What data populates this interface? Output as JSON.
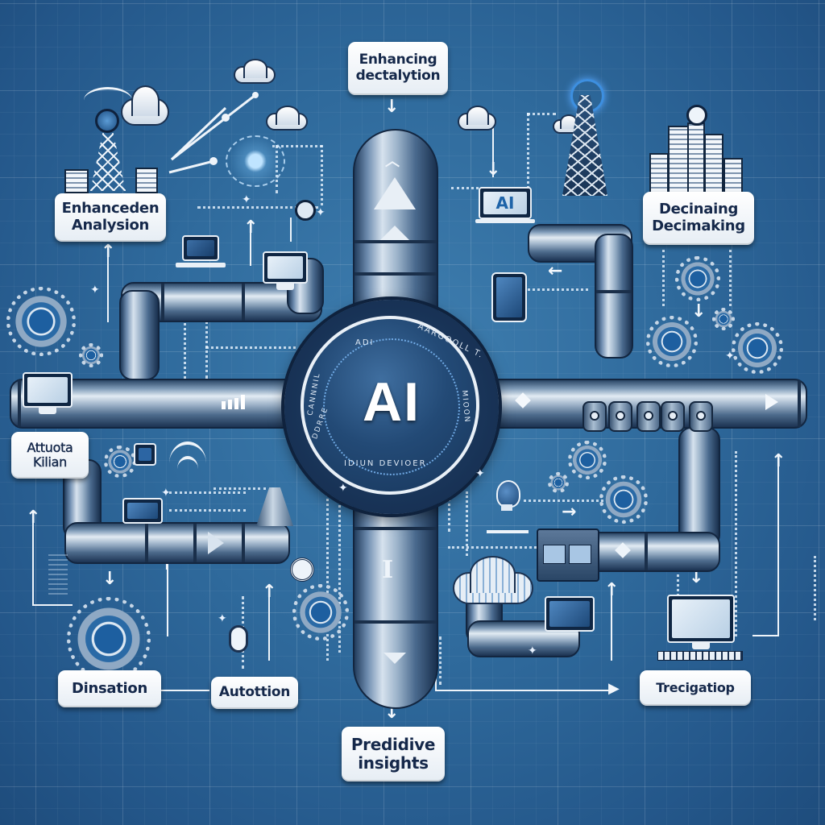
{
  "diagram": {
    "theme": {
      "background": "#2f6a9c",
      "label_bg": "#ffffff",
      "label_text": "#15284a",
      "pipe_highlight": "#e2ebf3",
      "pipe_shadow": "#1c3352",
      "accent": "#1d5fa0"
    },
    "hub": {
      "title": "AI",
      "ring_text_top_left": "ADI",
      "ring_text_top_right": "AARGOOLL T.",
      "ring_text_left": "CANNNIL",
      "ring_text_right": "MIOON",
      "ring_text_bottom": "IDIUN DEVIOER",
      "ring_text_lower_left": "DDRRE"
    },
    "labels": {
      "top_center": {
        "line1": "Enhancing",
        "line2": "dectalytion"
      },
      "top_left": {
        "line1": "Enhanceden",
        "line2": "Analysion"
      },
      "top_right": {
        "line1": "Decinaing",
        "line2": "Decimaking"
      },
      "mid_left": {
        "line1": "Attuota",
        "line2": "Kilian"
      },
      "bottom_left": {
        "line1": "Dinsation"
      },
      "bottom_mid_left": {
        "line1": "Autottion"
      },
      "bottom_center": {
        "line1": "Predidive",
        "line2": "insights"
      },
      "bottom_right": {
        "line1": "Trecigatiop"
      }
    },
    "screen_texts": {
      "laptop_ai": "AI"
    },
    "icons": [
      "radio-tower-icon",
      "cloud-icon",
      "network-globe-icon",
      "line-graph-icon",
      "laptop-icon",
      "monitor-icon",
      "city-buildings-icon",
      "gear-cluster-icon",
      "lightbulb-icon",
      "server-board-icon",
      "cloud-database-icon",
      "valve-icon",
      "bar-chart-icon",
      "wifi-signal-icon",
      "funnel-icon",
      "fingerprint-icon"
    ]
  }
}
